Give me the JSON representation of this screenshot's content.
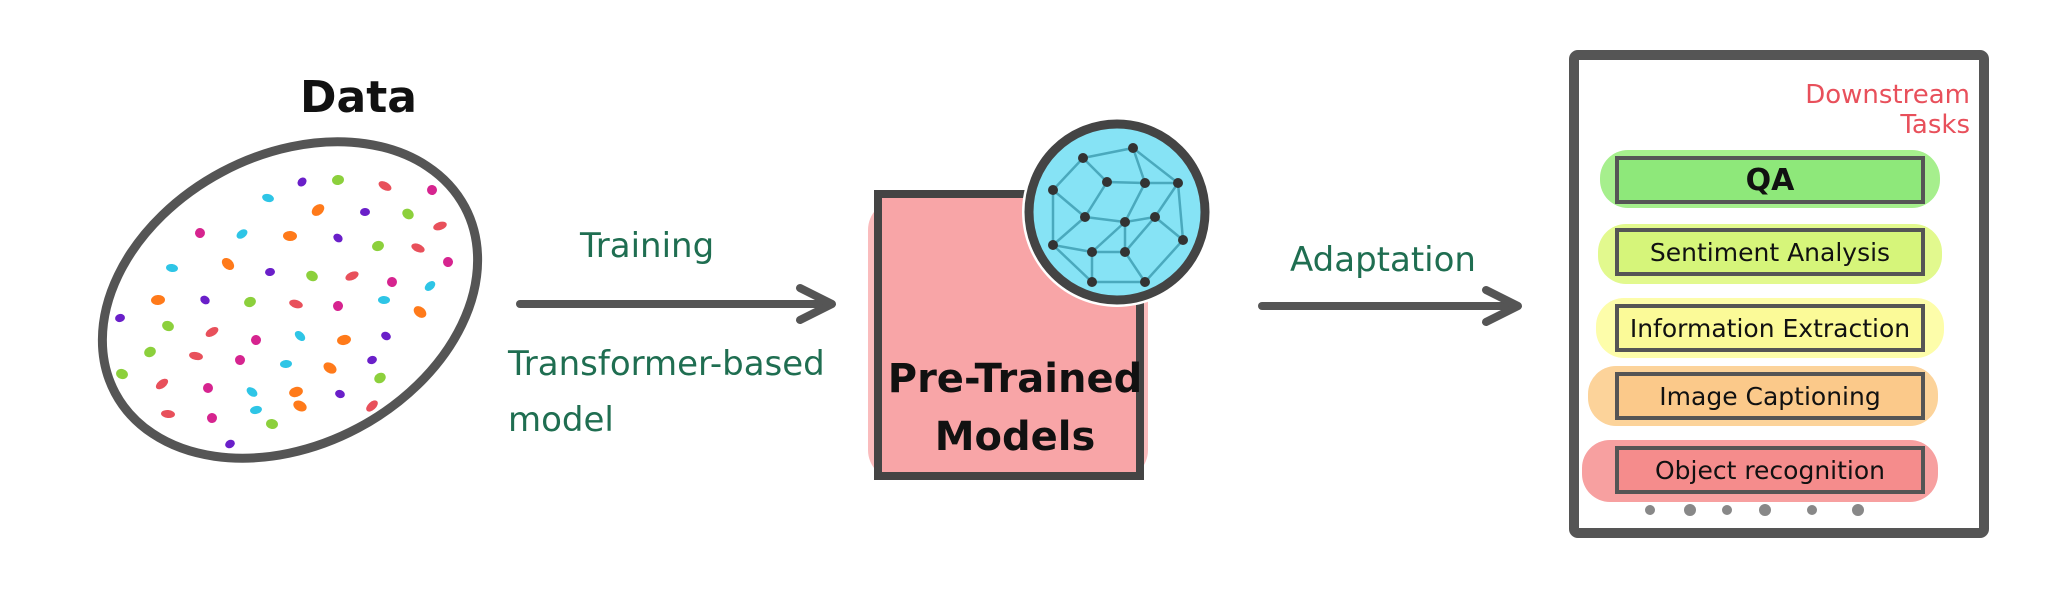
{
  "data_title": "Data",
  "training_label": "Training",
  "model_label_line1": "Transformer-based",
  "model_label_line2": "model",
  "pretrained_line1": "Pre-Trained",
  "pretrained_line2": "Models",
  "adaptation_label": "Adaptation",
  "downstream_title": "Downstream Tasks",
  "tasks": [
    {
      "label": "QA",
      "fill": "#8ee87a",
      "highlight": "#a6ef8d"
    },
    {
      "label": "Sentiment Analysis",
      "fill": "#d6f57a",
      "highlight": "#e2f98e"
    },
    {
      "label": "Information Extraction",
      "fill": "#fbfa98",
      "highlight": "#fdfdaa"
    },
    {
      "label": "Image Captioning",
      "fill": "#fbc98a",
      "highlight": "#fcd39a"
    },
    {
      "label": "Object recognition",
      "fill": "#f58c8c",
      "highlight": "#f7a0a0"
    }
  ],
  "colors": {
    "stroke": "#555555",
    "green_text": "#1f6e51",
    "pretrained_fill": "#f8a5a7",
    "network_fill": "#86e3f5",
    "downstream_title": "#e8505b"
  }
}
